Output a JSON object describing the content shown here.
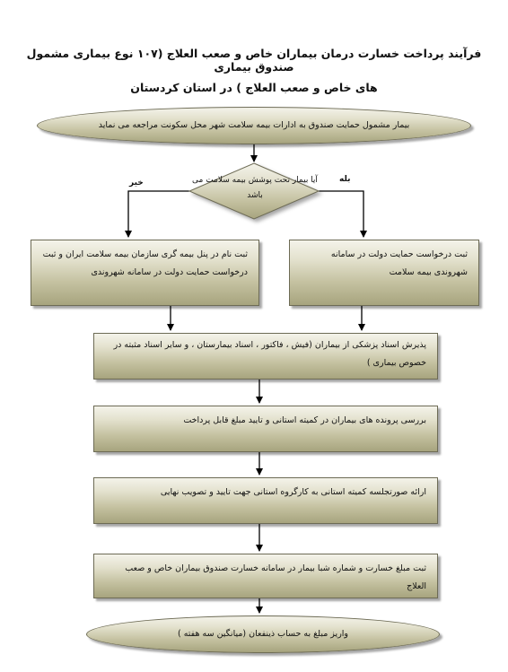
{
  "title": {
    "line1": "فرآیند پرداخت خسارت درمان بیماران خاص و صعب العلاج (۱۰۷ نوع بیماری مشمول صندوق بیماری",
    "line2": "های خاص و صعب العلاج ) در استان کردستان"
  },
  "steps": {
    "start": "بیمار مشمول حمایت صندوق به ادارات بیمه سلامت شهر محل سکونت مراجعه  می نماید",
    "decision": "آیا بیمار تحت پوشش بیمه سلامت می باشد",
    "yes_label": "بله",
    "no_label": "خیر",
    "yes_box": "ثبت درخواست حمایت دولت در سامانه شهروندی بیمه سلامت",
    "no_box": "ثبت نام در پنل بیمه گری سازمان بیمه سلامت ایران و ثبت درخواست حمایت دولت در سامانه شهروندی",
    "step3": "پذیرش اسناد پزشکی از بیماران (فیش ، فاکتور ، اسناد بیمارستان ، و سایر اسناد مثبته در خصوص بیماری )",
    "step4": "بررسی پرونده های بیماران در کمیته استانی و تایید مبلغ قابل پرداخت",
    "step5": "ارائه صورتجلسه کمیته استانی به کارگروه استانی جهت تایید و تصویب نهایی",
    "step6": "ثبت مبلغ خسارت و شماره شبا بیمار در سامانه خسارت صندوق بیماران خاص و صعب العلاج",
    "end": "واریز مبلغ به حساب ذینفعان (میانگین سه هفته )"
  }
}
